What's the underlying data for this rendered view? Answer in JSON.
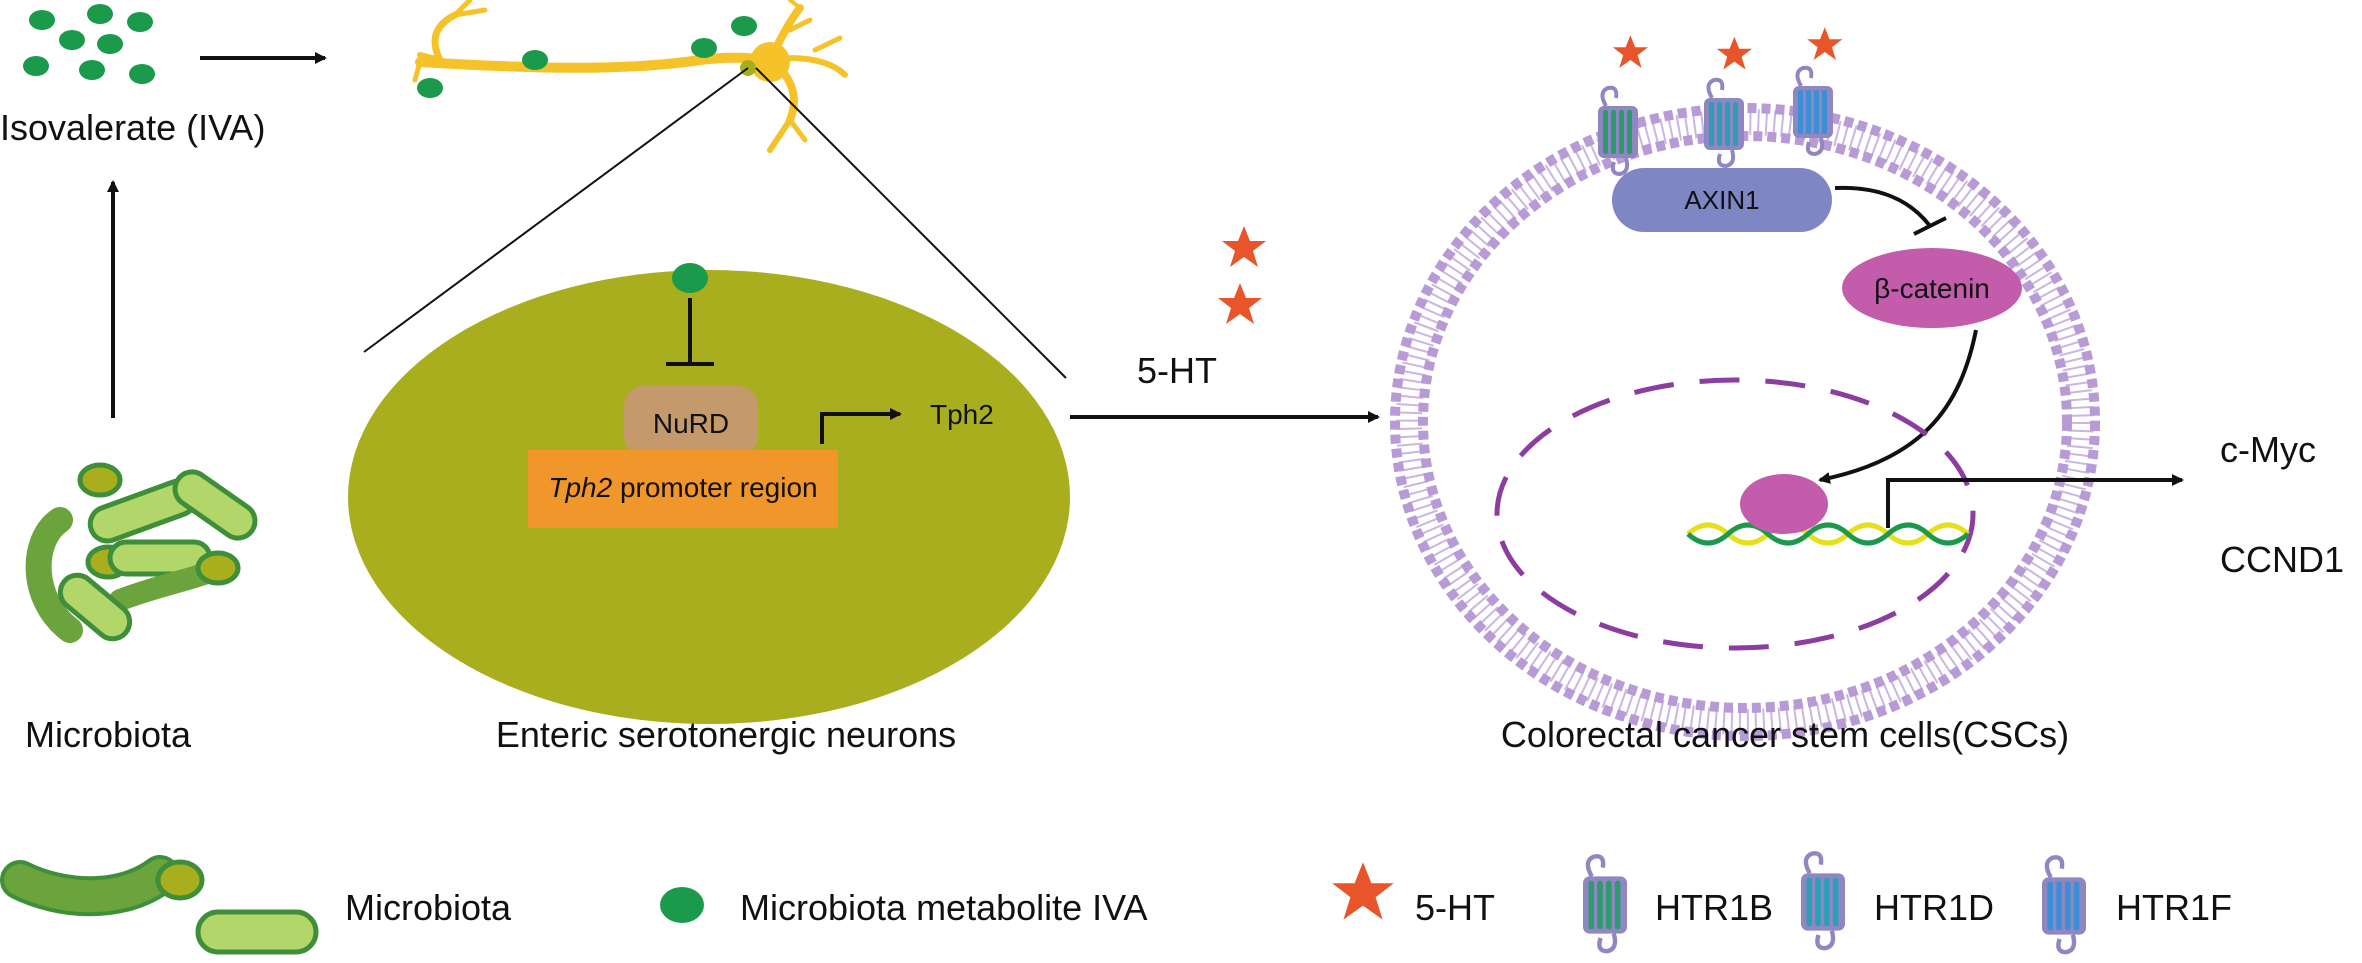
{
  "labels": {
    "iva_top": "Isovalerate (IVA)",
    "microbiota": "Microbiota",
    "neurons": "Enteric serotonergic neurons",
    "nurd": "NuRD",
    "promoter_gene": "Tph2",
    "promoter_rest": " promoter region",
    "tph2_out": "Tph2",
    "serotonin": "5-HT",
    "axin1": "AXIN1",
    "beta_catenin": "β-catenin",
    "cmyc": "c-Myc",
    "ccnd1": "CCND1",
    "cscs": "Colorectal cancer stem cells(CSCs)"
  },
  "legend": {
    "microbiota": "Microbiota",
    "iva": "Microbiota metabolite IVA",
    "serotonin": "5-HT",
    "htr1b": "HTR1B",
    "htr1d": "HTR1D",
    "htr1f": "HTR1F"
  },
  "colors": {
    "iva_dot": "#1a9a4a",
    "neuron": "#f5c22a",
    "nucleus_oval": "#a9ae1e",
    "nurd": "#c49a6c",
    "promoter": "#f0962a",
    "star": "#e8552a",
    "membrane": "#b79ad6",
    "axin1": "#7f86c4",
    "beta_catenin": "#c35cab",
    "nuclear_env": "#8b3da0",
    "htr1b": "#2e9b6e",
    "htr1d": "#2aa0b8",
    "htr1f": "#3b8fd4",
    "bacteria_dark": "#6ba33c",
    "bacteria_light": "#b2d66a"
  }
}
